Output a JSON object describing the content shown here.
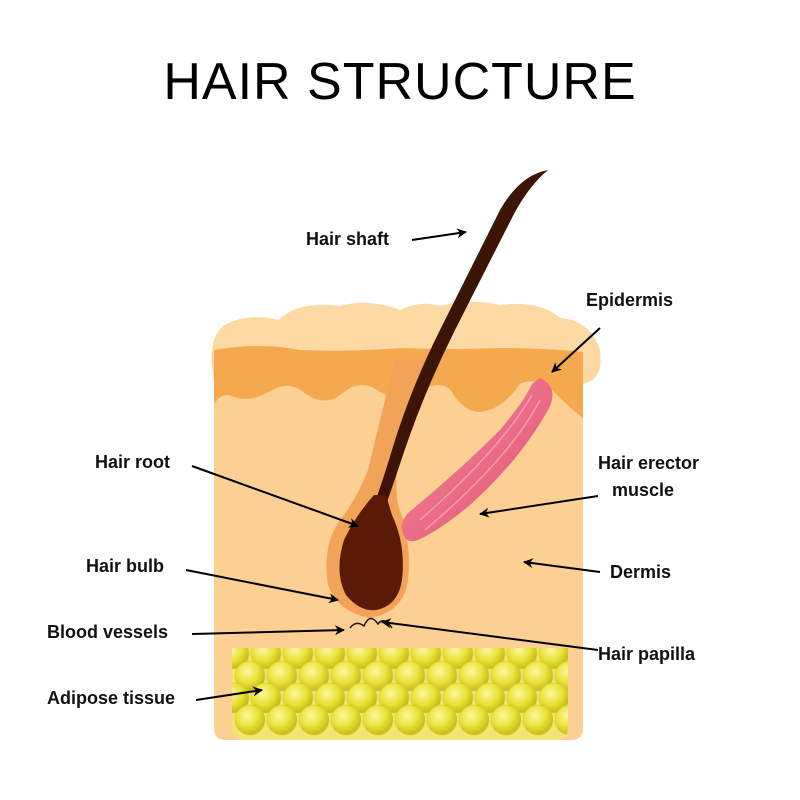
{
  "title": "HAIR STRUCTURE",
  "labels": {
    "hair_shaft": "Hair shaft",
    "epidermis": "Epidermis",
    "hair_root": "Hair root",
    "hair_erector_1": "Hair erector",
    "hair_erector_2": "muscle",
    "hair_bulb": "Hair bulb",
    "dermis": "Dermis",
    "blood_vessels": "Blood vessels",
    "hair_papilla": "Hair papilla",
    "adipose_tissue": "Adipose tissue"
  },
  "colors": {
    "epidermis_top": "#fbd9a0",
    "epidermis_layer": "#f5a94e",
    "dermis": "#fcd092",
    "hair": "#3d1507",
    "follicle": "#f3a357",
    "muscle": "#ea6f86",
    "adipose": "#e9e33a",
    "text": "#111111"
  }
}
